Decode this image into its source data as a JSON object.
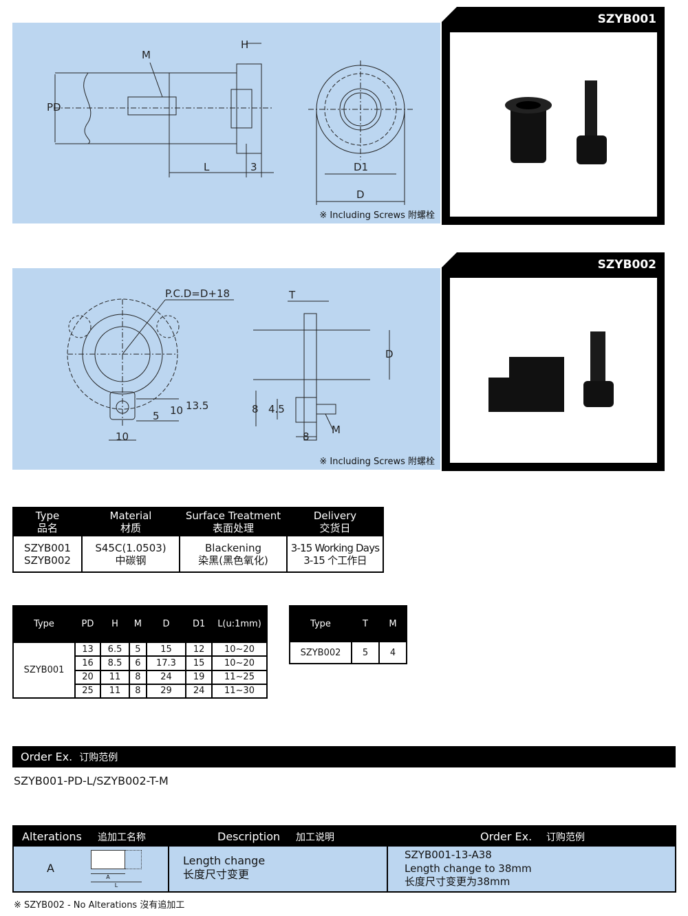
{
  "products": [
    {
      "code": "SZYB001",
      "note": "※ Including Screws 附螺栓",
      "dims": {
        "M": "M",
        "H": "H",
        "PD": "PD",
        "L": "L",
        "three": "3",
        "D1": "D1",
        "D": "D"
      }
    },
    {
      "code": "SZYB002",
      "note": "※ Including Screws 附螺栓",
      "dims": {
        "pcd": "P.C.D=D+18",
        "T": "T",
        "D": "D",
        "d135": "13.5",
        "d10": "10",
        "d5": "5",
        "d10b": "10",
        "d8": "8",
        "d45": "4.5",
        "d8b": "8",
        "M": "M"
      }
    }
  ],
  "spec_table": {
    "headers": [
      [
        "Type",
        "品名"
      ],
      [
        "Material",
        "材质"
      ],
      [
        "Surface Treatment",
        "表面处理"
      ],
      [
        "Delivery",
        "交货日"
      ]
    ],
    "row": [
      [
        "SZYB001",
        "SZYB002"
      ],
      [
        "S45C(1.0503)",
        "中碳钢"
      ],
      [
        "Blackening",
        "染黑(黑色氧化)"
      ],
      [
        "3-15 Working Days",
        "3-15 个工作日"
      ]
    ]
  },
  "dim_table": {
    "headers": [
      "Type",
      "PD",
      "H",
      "M",
      "D",
      "D1",
      "L(u:1mm)"
    ],
    "type": "SZYB001",
    "rows": [
      [
        "13",
        "6.5",
        "5",
        "15",
        "12",
        "10~20"
      ],
      [
        "16",
        "8.5",
        "6",
        "17.3",
        "15",
        "10~20"
      ],
      [
        "20",
        "11",
        "8",
        "24",
        "19",
        "11~25"
      ],
      [
        "25",
        "11",
        "8",
        "29",
        "24",
        "11~30"
      ]
    ]
  },
  "dim_table2": {
    "headers": [
      "Type",
      "T",
      "M"
    ],
    "row": [
      "SZYB002",
      "5",
      "4"
    ]
  },
  "order": {
    "title": "Order Ex.",
    "title_cn": "订购范例",
    "example": "SZYB001-PD-L/SZYB002-T-M"
  },
  "alterations": {
    "headers": {
      "alt": "Alterations",
      "alt_cn": "追加工名称",
      "desc": "Description",
      "desc_cn": "加工说明",
      "order": "Order Ex.",
      "order_cn": "订购范例"
    },
    "row": {
      "code": "A",
      "icon_a": "A",
      "icon_l": "L",
      "desc": "Length change",
      "desc_cn": "长度尺寸变更",
      "ex1": "SZYB001-13-A38",
      "ex2": "Length change to 38mm",
      "ex3": "长度尺寸变更为38mm"
    },
    "footnote": "※ SZYB002 - No Alterations 沒有追加工"
  }
}
